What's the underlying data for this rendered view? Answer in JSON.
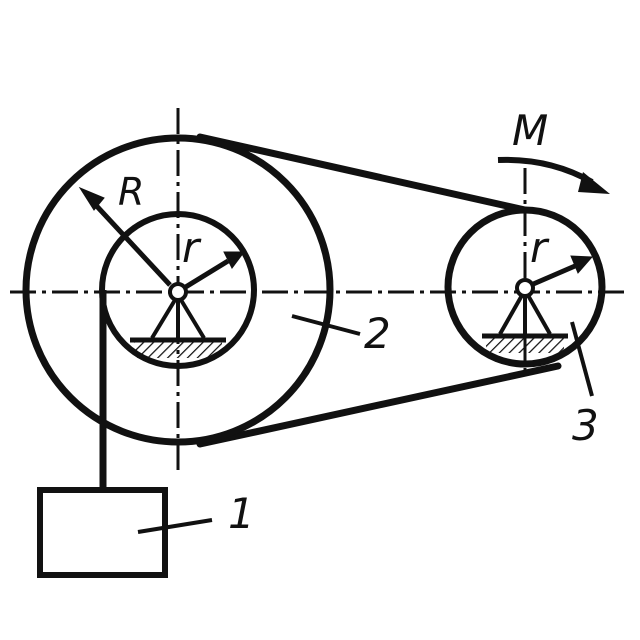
{
  "labels": {
    "moment": "M",
    "big_radius": "R",
    "inner_radius_left": "r",
    "inner_radius_right": "r",
    "load": "1",
    "pulley_2": "2",
    "pulley_3": "3"
  },
  "colors": {
    "ink": "#111111",
    "background": "#ffffff"
  }
}
